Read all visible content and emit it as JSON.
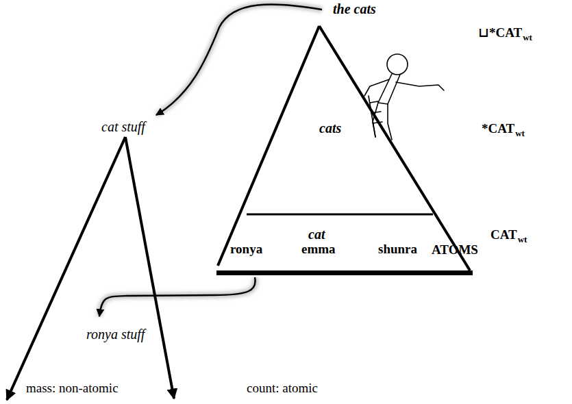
{
  "diagram": {
    "nodes": [
      {
        "text": [
          "the cats",
          "cats"
        ]
      },
      {
        "text": [
          "cat",
          "ronya",
          "emma",
          "shunra"
        ],
        "in": 0
      },
      {
        "text": [
          "cat stuff",
          "ronya stuff"
        ]
      }
    ],
    "edges": [
      {
        "from": 0,
        "to": 2,
        "arrow": "to"
      },
      {
        "from": 1,
        "to": 2,
        "arrow": "to"
      }
    ],
    "labels": [
      "⊔*CAT",
      "wt",
      "*CAT",
      "wt",
      "CAT",
      "wt",
      "ATOMS",
      "mass: non-atomic",
      "count: atomic"
    ]
  }
}
